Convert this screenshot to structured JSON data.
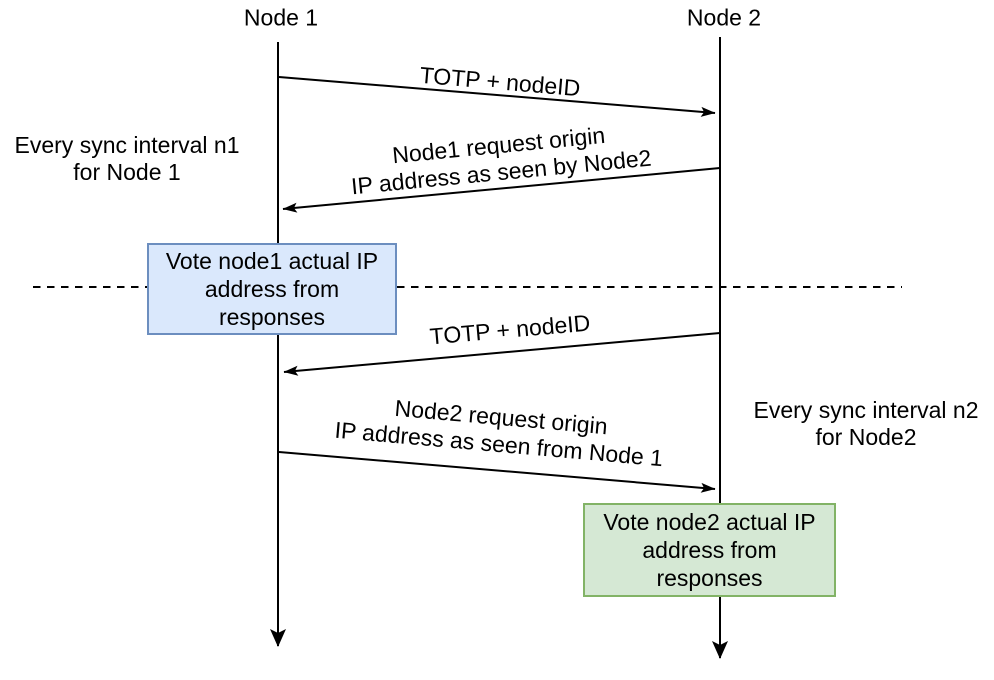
{
  "diagram": {
    "type": "sequence-diagram",
    "nodes": [
      {
        "label": "Node 1"
      },
      {
        "label": "Node 2"
      }
    ],
    "messages": [
      {
        "from": "Node 1",
        "to": "Node 2",
        "label": "TOTP + nodeID"
      },
      {
        "from": "Node 2",
        "to": "Node 1",
        "label_line1": "Node1 request origin",
        "label_line2": "IP address as seen by Node2"
      },
      {
        "from": "Node 2",
        "to": "Node 1",
        "label": "TOTP + nodeID"
      },
      {
        "from": "Node 1",
        "to": "Node 2",
        "label_line1": "Node2 request origin",
        "label_line2": "IP address as seen from Node 1"
      }
    ],
    "notes": [
      {
        "line1": "Every sync interval n1",
        "line2": "for Node 1"
      },
      {
        "line1": "Every sync interval n2",
        "line2": "for Node2"
      }
    ],
    "boxes": [
      {
        "line1": "Vote node1 actual IP",
        "line2": "address from",
        "line3": "responses",
        "fill": "#dae8fc",
        "border": "#6c8ebf"
      },
      {
        "line1": "Vote node2 actual IP",
        "line2": "address from",
        "line3": "responses",
        "fill": "#d5e8d4",
        "border": "#82b366"
      }
    ],
    "colors": {
      "line": "#000000",
      "background": "#ffffff",
      "blue_box_fill": "#dae8fc",
      "blue_box_border": "#6c8ebf",
      "green_box_fill": "#d5e8d4",
      "green_box_border": "#82b366"
    }
  }
}
